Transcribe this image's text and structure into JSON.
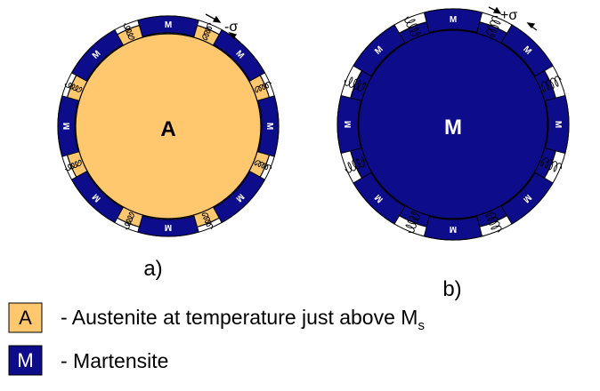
{
  "diagram_a": {
    "core_label": "A",
    "segment_label": "M",
    "stress_label": "-σ",
    "caption": "a)"
  },
  "diagram_b": {
    "core_label": "M",
    "segment_label": "M",
    "stress_label": "+σ",
    "caption": "b)"
  },
  "legend": [
    {
      "symbol": "A",
      "text": "- Austenite at temperature just above M",
      "subscript": "s",
      "color": "#FFC86E"
    },
    {
      "symbol": "M",
      "text": "- Martensite",
      "subscript": "",
      "color": "#0D0D8C"
    }
  ],
  "colors": {
    "austenite": "#FFC86E",
    "martensite": "#0D0D8C",
    "outline": "#000000"
  }
}
